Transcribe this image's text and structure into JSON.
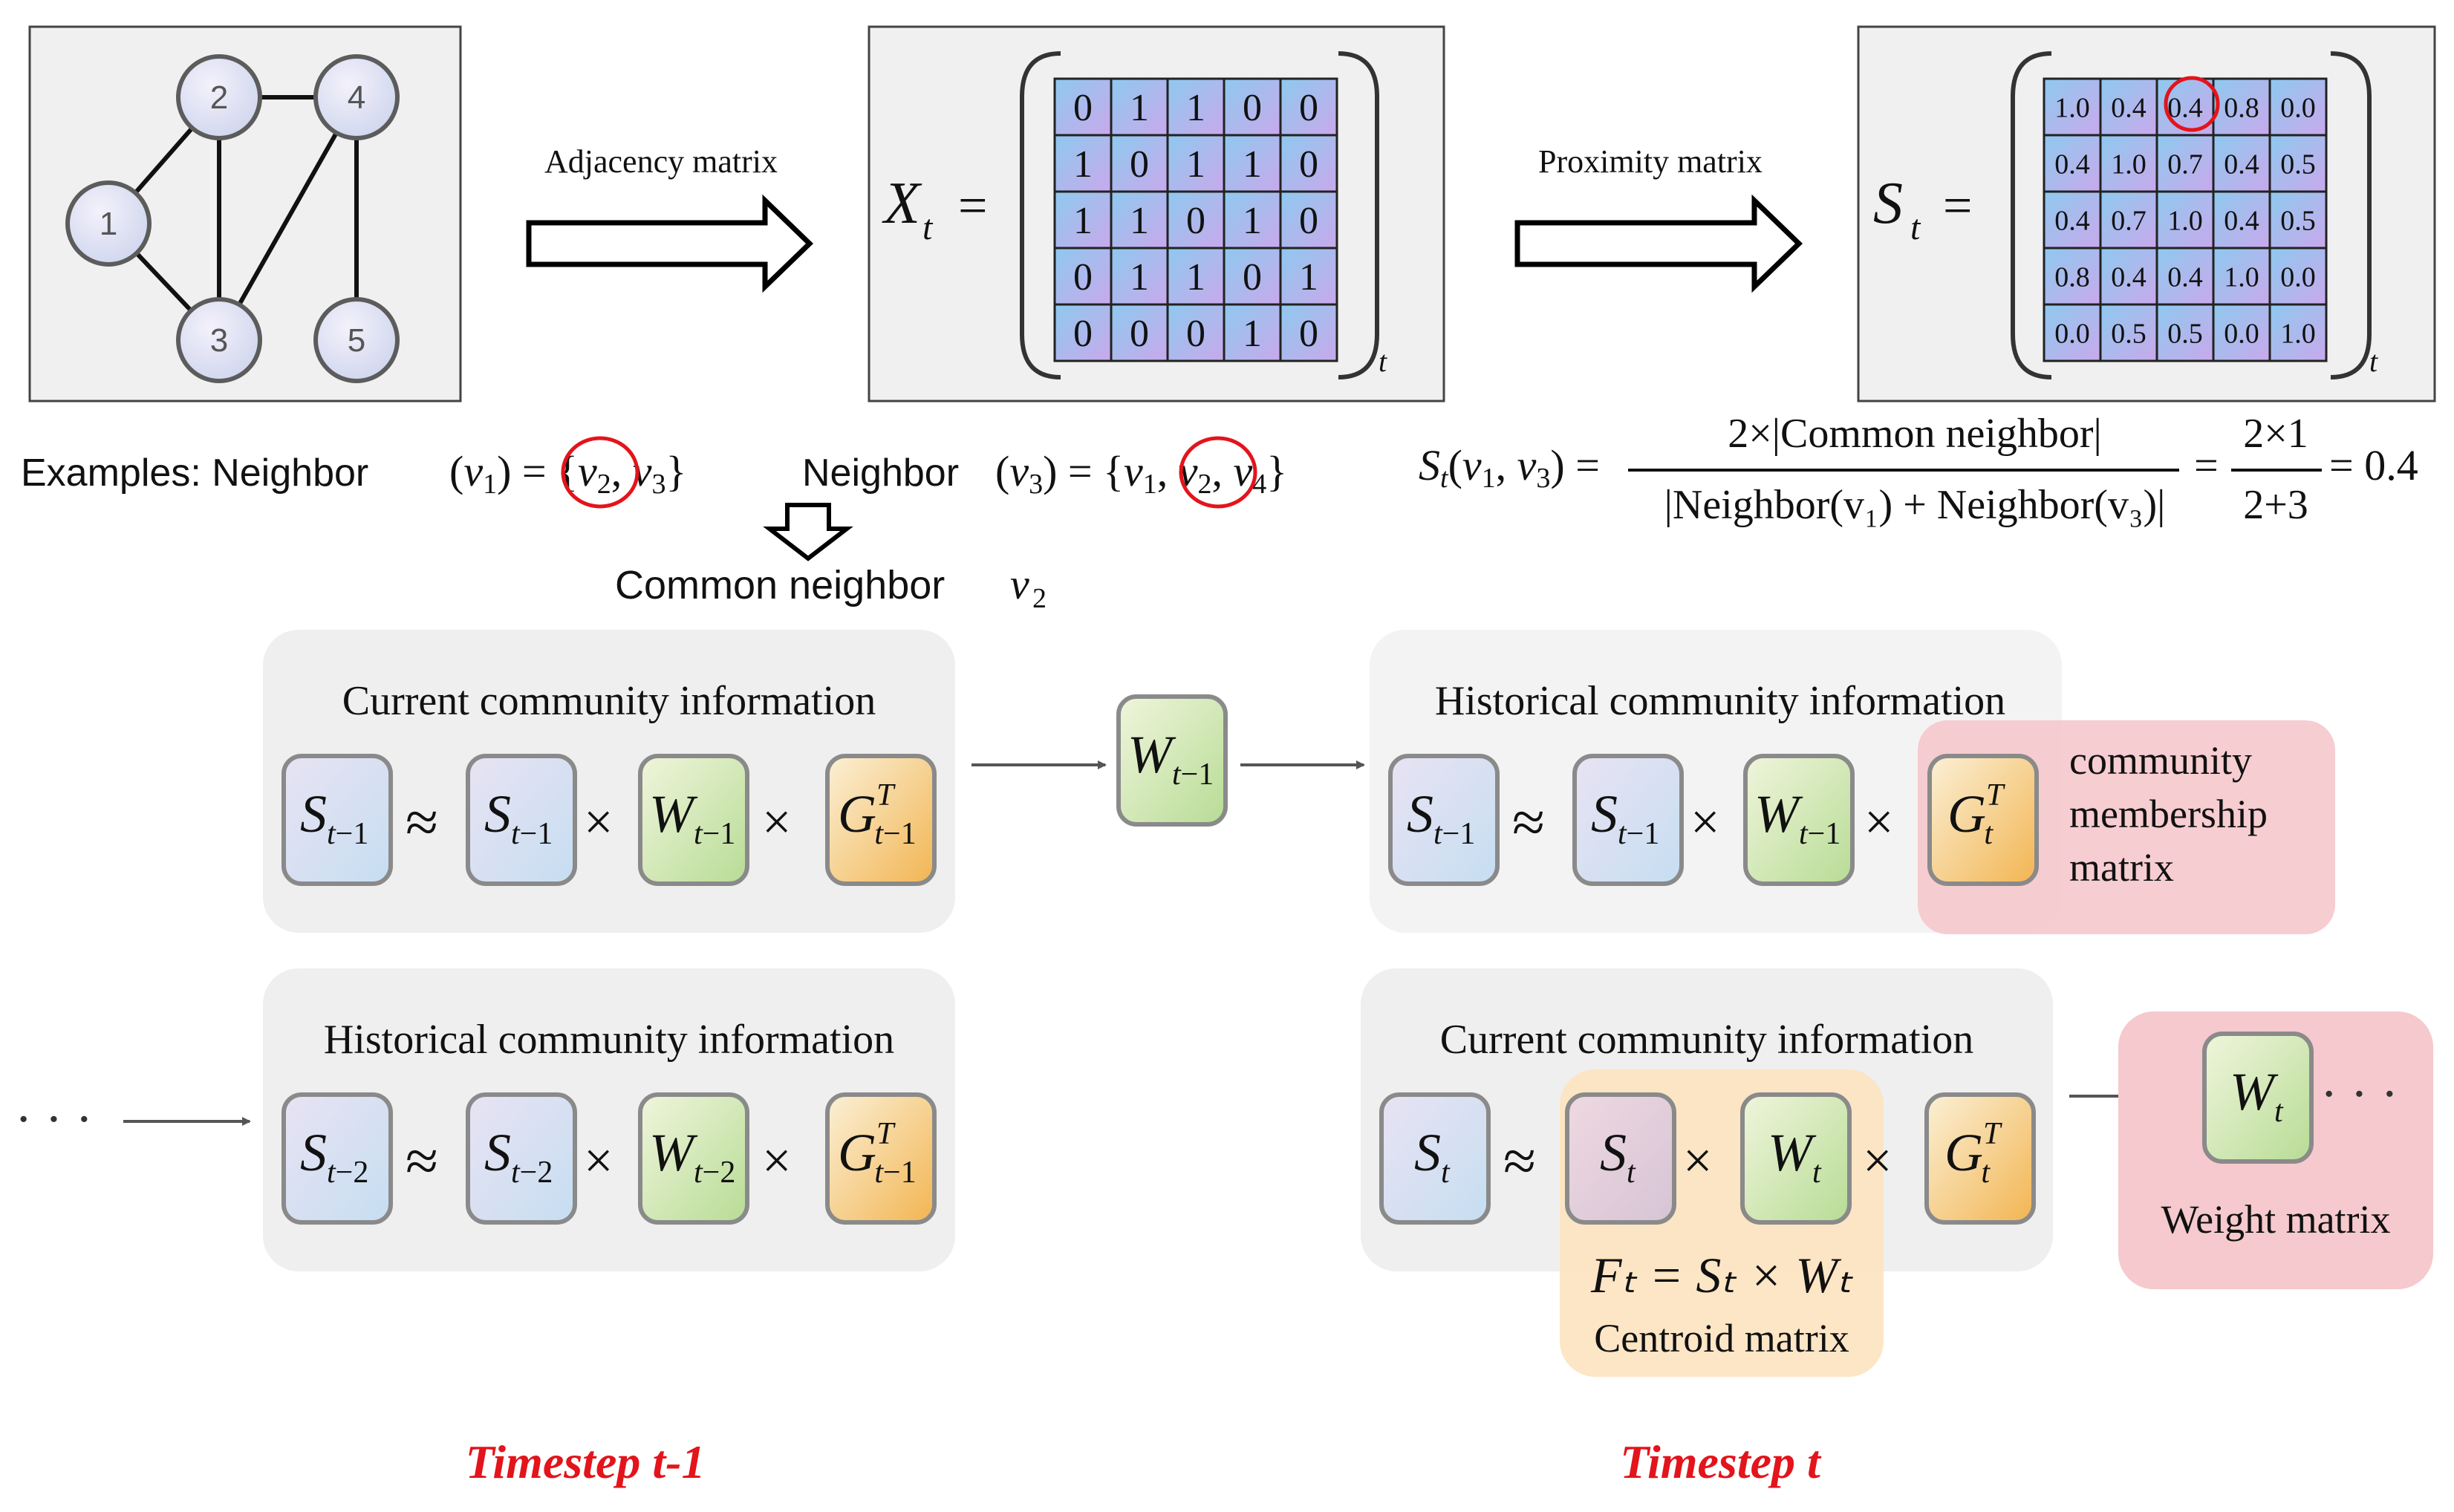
{
  "graph": {
    "nodes": [
      "1",
      "2",
      "3",
      "4",
      "5"
    ]
  },
  "arrows": {
    "adjacency_label": "Adjacency matrix",
    "proximity_label": "Proximity matrix"
  },
  "adjacency": {
    "var": "X",
    "sub": "t",
    "eq": "=",
    "rows": [
      [
        "0",
        "1",
        "1",
        "0",
        "0"
      ],
      [
        "1",
        "0",
        "1",
        "1",
        "0"
      ],
      [
        "1",
        "1",
        "0",
        "1",
        "0"
      ],
      [
        "0",
        "1",
        "1",
        "0",
        "1"
      ],
      [
        "0",
        "0",
        "0",
        "1",
        "0"
      ]
    ]
  },
  "proximity": {
    "var": "S",
    "sub": "t",
    "eq": "=",
    "rows": [
      [
        "1.0",
        "0.4",
        "0.4",
        "0.8",
        "0.0"
      ],
      [
        "0.4",
        "1.0",
        "0.7",
        "0.4",
        "0.5"
      ],
      [
        "0.4",
        "0.7",
        "1.0",
        "0.4",
        "0.5"
      ],
      [
        "0.8",
        "0.4",
        "0.4",
        "1.0",
        "0.0"
      ],
      [
        "0.0",
        "0.5",
        "0.5",
        "0.0",
        "1.0"
      ]
    ]
  },
  "examples": {
    "prefix": "Examples: Neighbor",
    "neighbor_word": "Neighbor",
    "common_label": "Common neighbor",
    "common_var": "v",
    "common_sub": "2",
    "formula_num": "2×|Common neighbor|",
    "formula_den": "|Neighbor(v₁) + Neighbor(v₃)|",
    "formula_num2": "2×1",
    "formula_den2": "2+3",
    "formula_result": "= 0.4"
  },
  "panels": {
    "tl_title": "Current community information",
    "bl_title": "Historical community information",
    "tr_title": "Historical community information",
    "br_title": "Current community information"
  },
  "labels": {
    "membership_1": "community",
    "membership_2": "membership",
    "membership_3": "matrix",
    "centroid_formula": "Fₜ = Sₜ × Wₜ",
    "centroid_label": "Centroid matrix",
    "weight_label": "Weight matrix",
    "timestep_prev": "Timestep t-1",
    "timestep_cur": "Timestep t",
    "ellipsis": "· · ·"
  },
  "colors": {
    "accent_red": "#e3141b",
    "panel_bg": "#efefef",
    "pink_bg": "#f5c9cd",
    "orange_bg": "#fde3bf"
  }
}
